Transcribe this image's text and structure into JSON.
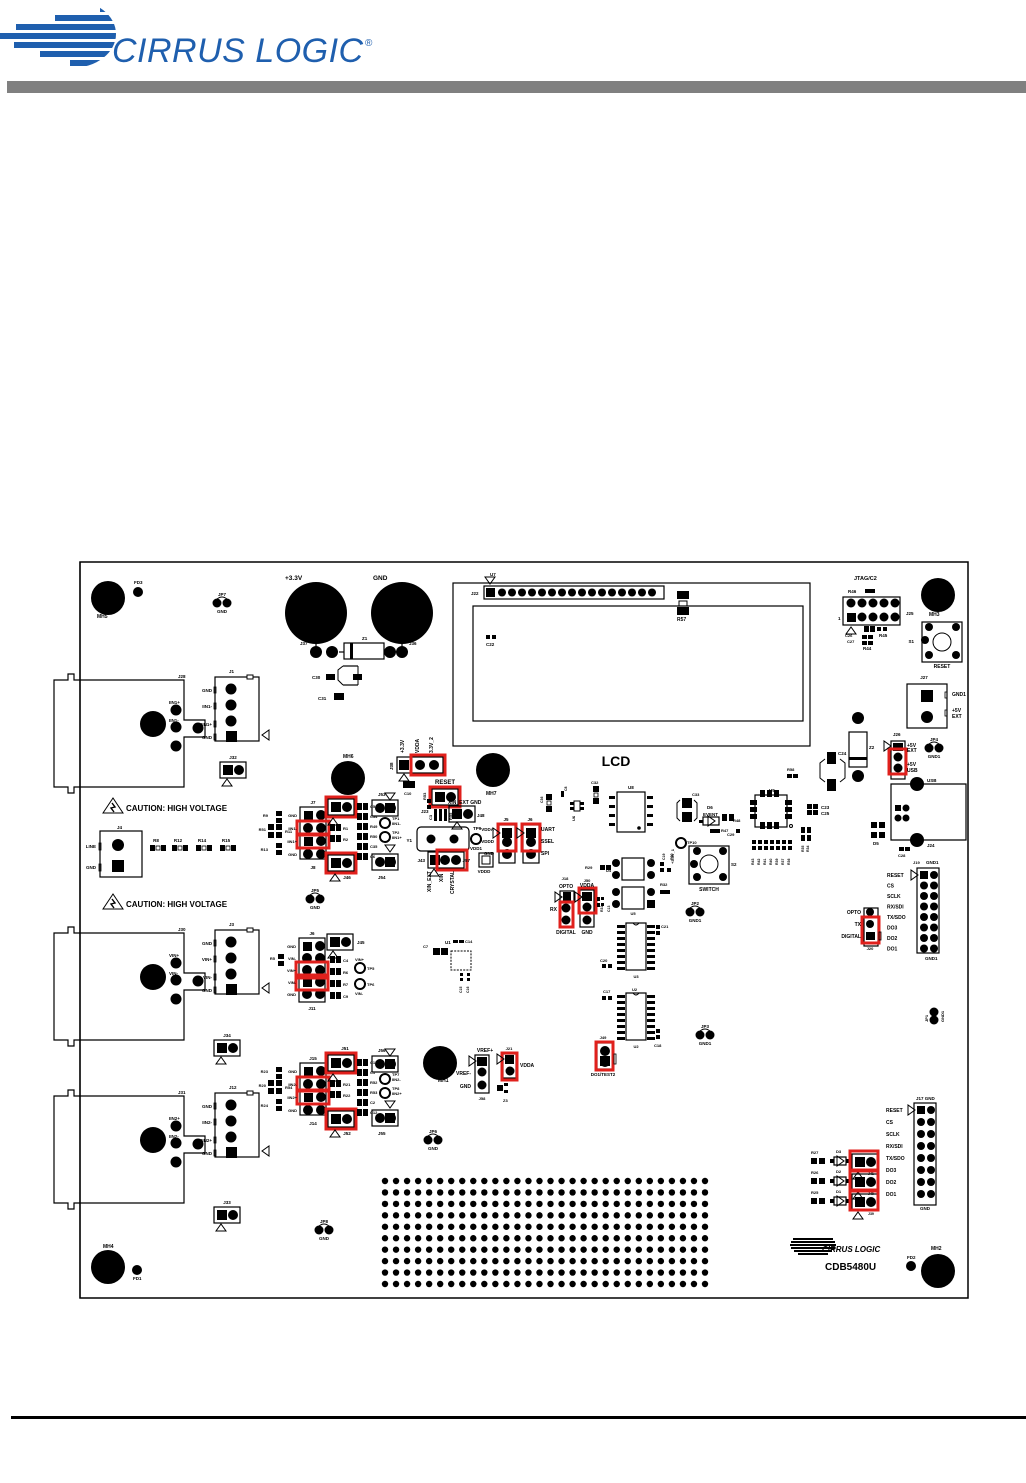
{
  "header": {
    "brand": "CIRRUS LOGIC",
    "registered_mark": "®",
    "brand_color": "#1F5FAE",
    "bar_color": "#808080"
  },
  "board": {
    "name": "CDB5480U",
    "silk_logo": "CIRRUS LOGIC",
    "lcd_label": "LCD",
    "highlight_color": "#E0201C",
    "caution_text": "CAUTION: HIGH VOLTAGE",
    "mounting_holes": [
      "MH5",
      "MH3",
      "MH6",
      "MH7",
      "MH1",
      "MH4",
      "MH2"
    ],
    "fiducials": [
      "FD3",
      "FD1",
      "FD2"
    ],
    "power_posts": [
      {
        "id": "J37",
        "label": "+3.3V"
      },
      {
        "id": "J36",
        "label": "GND"
      }
    ],
    "test_jumpers": [
      {
        "id": "JP7",
        "label": "GND"
      },
      {
        "id": "JP5",
        "label": "GND"
      },
      {
        "id": "JP6",
        "label": "GND"
      },
      {
        "id": "JP8",
        "label": "GND"
      },
      {
        "id": "JP2",
        "label": "GND1"
      },
      {
        "id": "JP3",
        "label": "GND1"
      },
      {
        "id": "JP4",
        "label": "GND1"
      },
      {
        "id": "JP1",
        "label": "GND1"
      }
    ],
    "inputs": [
      {
        "connector": "J28",
        "header": "J1",
        "pins": [
          "GND",
          "IIN1-",
          "IIN1+",
          "GND"
        ],
        "jack_pins": [
          "IIN1+",
          "IIN1-"
        ],
        "jumper": "J32"
      },
      {
        "connector": "J4",
        "pins": [
          "LINE",
          "GND"
        ],
        "resistors": [
          "R8",
          "R12",
          "R14",
          "R15"
        ]
      },
      {
        "connector": "J30",
        "header": "J3",
        "pins": [
          "GND",
          "VIN+",
          "VIN-",
          "GND"
        ],
        "jack_pins": [
          "VIN+",
          "VIN-"
        ],
        "jumper": "J34"
      },
      {
        "connector": "J31",
        "header": "J12",
        "pins": [
          "GND",
          "IIN2-",
          "IIN2+",
          "GND"
        ],
        "jack_pins": [
          "IIN2+",
          "IIN2-"
        ],
        "jumper": "J33"
      }
    ],
    "channel1": {
      "headers": [
        "J7",
        "J8",
        "J44",
        "J46",
        "J53",
        "J54"
      ],
      "pin_labels": [
        "GND",
        "IIN1-",
        "IIN1+",
        "GND"
      ],
      "parts": [
        "R9",
        "R51",
        "R11",
        "R13",
        "R1",
        "R2",
        "C5",
        "C34",
        "R49",
        "R50",
        "C35",
        "C6"
      ],
      "test_points": [
        {
          "id": "TP1",
          "label": "IIN1-"
        },
        {
          "id": "TP2",
          "label": "IIN1+"
        }
      ]
    },
    "channel_v": {
      "headers": [
        "J6",
        "J11",
        "J45"
      ],
      "pin_labels": [
        "GND",
        "VIN-",
        "VIN+",
        "VIN-",
        "GND"
      ],
      "parts": [
        "R5",
        "C4",
        "R6",
        "R7",
        "C9"
      ],
      "test_points": [
        {
          "id": "TP5",
          "label": "VIN+"
        },
        {
          "id": "TP6",
          "label": "VIN-"
        }
      ]
    },
    "channel2": {
      "headers": [
        "J15",
        "J14",
        "J51",
        "J52",
        "J56",
        "J55"
      ],
      "pin_labels": [
        "GND",
        "IIN2-",
        "IIN2+",
        "GND"
      ],
      "parts": [
        "R23",
        "R20",
        "R54",
        "R24",
        "R21",
        "R22",
        "C11",
        "C1",
        "R52",
        "R53",
        "C2",
        "C12"
      ],
      "test_points": [
        {
          "id": "TP7",
          "label": "IIN2-"
        },
        {
          "id": "TP8",
          "label": "IIN2+"
        }
      ]
    },
    "supply_select": {
      "id": "J38",
      "labels": [
        "+3.3V",
        "VDDA",
        "3.3V_2"
      ],
      "part": "C10"
    },
    "reset_jumper": {
      "id": "J23",
      "label": "RESET",
      "part": "R53"
    },
    "xin_ext": {
      "id": "J48",
      "labels": [
        "XIN_EXT",
        "GND"
      ]
    },
    "crystal": {
      "id": "Y1",
      "header": "J43",
      "labels": [
        "XIN_EXT",
        "XIN",
        "CRYSTAL"
      ],
      "parts": [
        "C3",
        "R55"
      ]
    },
    "vdd_select": {
      "headers": [
        "J5",
        "J6"
      ],
      "labels": [
        "VDDA",
        "VDDD",
        "GND",
        "UART",
        "SSEL",
        "SPI"
      ]
    },
    "test_point_vdd": [
      {
        "id": "TP9",
        "label": "VDD1"
      },
      {
        "id": "J57",
        "label": "VDDD"
      }
    ],
    "opto": {
      "header": "J18",
      "labels": [
        "OPTO",
        "RX",
        "DIGITAL"
      ]
    },
    "vdda_gnd": {
      "header": "J50",
      "labels": [
        "VDDA",
        "GND"
      ]
    },
    "vref": {
      "header": "J58",
      "labels": [
        "VREF+",
        "VREF-",
        "GND"
      ]
    },
    "vdda_jumper": {
      "header": "J21",
      "label": "VDDA",
      "part": "Z3"
    },
    "do1_jumper": {
      "header": "J49",
      "label": "DO1/TEST2"
    },
    "ics": [
      "U1",
      "U2",
      "U3",
      "U4",
      "U5",
      "U6",
      "U8",
      "U9",
      "U7"
    ],
    "misc_caps": [
      "C7",
      "C14",
      "C15",
      "C16",
      "C17",
      "C18",
      "C20",
      "C21",
      "C22",
      "C23",
      "C24",
      "C25",
      "C26",
      "C27",
      "C28",
      "C29",
      "C30",
      "C31",
      "C32",
      "C33",
      "C36"
    ],
    "misc_res": [
      "R29",
      "R30",
      "R31",
      "R32",
      "R33",
      "R34",
      "R35",
      "R36",
      "R37",
      "R38",
      "R39",
      "R40",
      "R41",
      "R42",
      "R43",
      "R44",
      "R45",
      "R46",
      "R47",
      "R48",
      "R56",
      "R57"
    ],
    "lcd_header": "J22",
    "jtag": {
      "id": "J25",
      "label": "JTAG/C2",
      "pin1": "1"
    },
    "reset_switch": {
      "id": "S1",
      "label": "RESET"
    },
    "event_switch": {
      "id": "S2",
      "label": "SWITCH"
    },
    "event_led": {
      "id": "D6",
      "label": "EVENT"
    },
    "tp10": {
      "id": "TP10",
      "label": "+3.3V_1"
    },
    "ext_power": {
      "id": "J27",
      "labels": [
        "GND1",
        "+5V EXT"
      ]
    },
    "power_select": {
      "id": "J26",
      "labels": [
        "+5V EXT",
        "+5V USB"
      ]
    },
    "usb": {
      "id": "J24",
      "label": "USB"
    },
    "zener": "Z2",
    "diode": "D5",
    "j19": {
      "id": "J19",
      "top": "GND1",
      "bottom": "GND1",
      "labels": [
        "RESET",
        "CS",
        "SCLK",
        "RX/SDI",
        "TX/SDO",
        "DO3",
        "DO2",
        "DO1"
      ]
    },
    "j20": {
      "id": "J20",
      "labels": [
        "OPTO",
        "TX",
        "DIGITAL"
      ]
    },
    "j17": {
      "id": "J17",
      "top": "GND",
      "bottom": "GND",
      "labels": [
        "RESET",
        "CS",
        "SCLK",
        "RX/SDI",
        "TX/SDO",
        "DO3",
        "DO2",
        "DO1"
      ]
    },
    "leds": [
      {
        "res": "R27",
        "led": "D3",
        "jumper": "J41"
      },
      {
        "res": "R26",
        "led": "D2",
        "jumper": "J40"
      },
      {
        "res": "R25",
        "led": "D1",
        "jumper": "J39"
      }
    ],
    "proto_area": {
      "columns": 30,
      "rows": 10
    }
  }
}
